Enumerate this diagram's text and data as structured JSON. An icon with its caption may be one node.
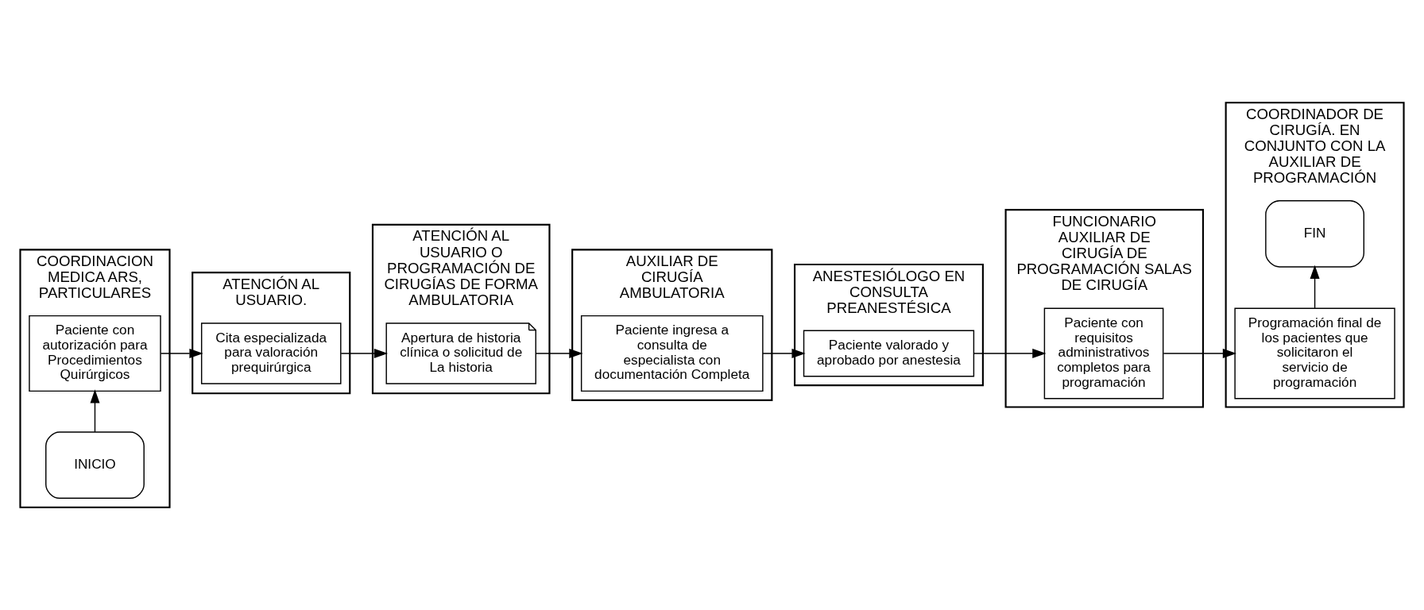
{
  "diagram": {
    "nodes": [
      {
        "text": [
          "COORDINACION MEDICA ARS, PARTICULARES"
        ]
      },
      {
        "text": [
          "INICIO"
        ],
        "in": 0
      },
      {
        "text": [
          "Paciente con autorización para Procedimientos Quirúrgicos"
        ],
        "in": 0
      },
      {
        "text": [
          "ATENCIÓN AL USUARIO."
        ]
      },
      {
        "text": [
          "Cita especializada para valoración prequirúrgica"
        ],
        "in": 3
      },
      {
        "text": [
          "ATENCIÓN AL USUARIO O PROGRAMACIÓN DE CIRUGÍAS DE FORMA AMBULATORIA"
        ]
      },
      {
        "text": [
          "Apertura de historia clínica o solicitud de La historia"
        ],
        "in": 5
      },
      {
        "text": [
          "AUXILIAR DE CIRUGÍA AMBULATORIA"
        ]
      },
      {
        "text": [
          "Paciente ingresa a consulta de especialista con documentación Completa"
        ],
        "in": 7
      },
      {
        "text": [
          "ANESTESIÓLOGO EN CONSULTA PREANESTÉSICA"
        ]
      },
      {
        "text": [
          "Paciente valorado y aprobado por anestesia"
        ],
        "in": 9
      },
      {
        "text": [
          "FUNCIONARIO AUXILIAR DE CIRUGÍA DE PROGRAMACIÓN SALAS DE CIRUGÍA"
        ]
      },
      {
        "text": [
          "Paciente con requisitos administrativos completos para programación"
        ],
        "in": 11
      },
      {
        "text": [
          "COORDINADOR DE CIRUGÍA. EN CONJUNTO CON LA AUXILIAR DE PROGRAMACIÓN"
        ]
      },
      {
        "text": [
          "Programación final de los pacientes que solicitaron el servicio de programación"
        ],
        "in": 13
      },
      {
        "text": [
          "FIN"
        ],
        "in": 13
      }
    ],
    "edges": [
      {
        "from": 1,
        "to": 2,
        "arrow": "to"
      },
      {
        "from": 2,
        "to": 4,
        "arrow": "to"
      },
      {
        "from": 4,
        "to": 6,
        "arrow": "to"
      },
      {
        "from": 6,
        "to": 8,
        "arrow": "to"
      },
      {
        "from": 8,
        "to": 10,
        "arrow": "to"
      },
      {
        "from": 10,
        "to": 12,
        "arrow": "to"
      },
      {
        "from": 12,
        "to": 14,
        "arrow": "to"
      },
      {
        "from": 14,
        "to": 15,
        "arrow": "to"
      }
    ]
  }
}
